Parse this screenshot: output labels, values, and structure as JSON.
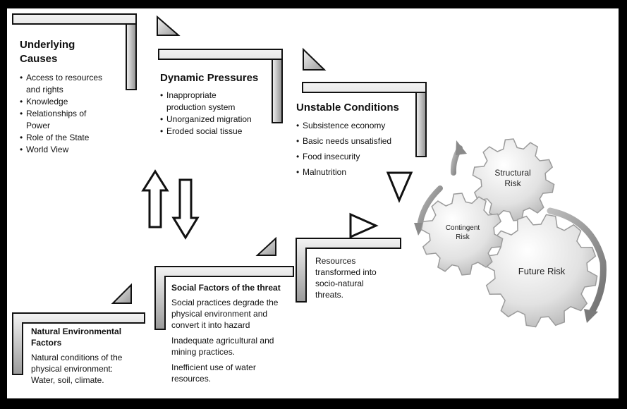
{
  "underlying_causes": {
    "title_line1": "Underlying",
    "title_line2": "Causes",
    "items": [
      [
        "Access to resources",
        "and rights"
      ],
      [
        "Knowledge"
      ],
      [
        "Relationships of",
        "Power"
      ],
      [
        "Role of the State"
      ],
      [
        "World View"
      ]
    ]
  },
  "dynamic_pressures": {
    "title": "Dynamic Pressures",
    "items": [
      [
        "Inappropriate",
        "production system"
      ],
      [
        "Unorganized migration"
      ],
      [
        "Eroded social tissue"
      ]
    ]
  },
  "unstable_conditions": {
    "title": "Unstable Conditions",
    "items": [
      "Subsistence economy",
      "Basic needs unsatisfied",
      "Food insecurity",
      "Malnutrition"
    ]
  },
  "resources_box": {
    "lines": [
      "Resources",
      "transformed into",
      "socio-natural",
      "threats."
    ]
  },
  "social_factors": {
    "title": "Social Factors of the threat",
    "paragraphs": [
      [
        "Social practices degrade the",
        "physical environment and",
        "convert it into hazard"
      ],
      [
        "Inadequate agricultural and",
        "mining practices."
      ],
      [
        "Inefficient use of water",
        "resources."
      ]
    ]
  },
  "natural_factors": {
    "title_line1": "Natural Environmental",
    "title_line2": "Factors",
    "lines": [
      "Natural conditions of the",
      "physical environment:",
      "Water, soil, climate."
    ]
  },
  "gears": {
    "structural": [
      "Structural",
      "Risk"
    ],
    "contingent": [
      "Contingent",
      "Risk"
    ],
    "future": [
      "Future Risk"
    ]
  }
}
